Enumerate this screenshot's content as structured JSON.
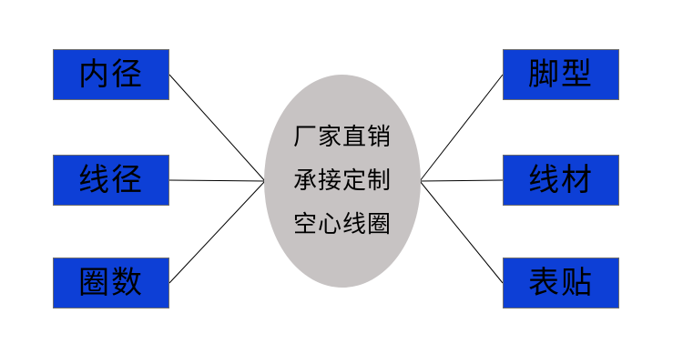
{
  "center": {
    "lines": [
      "厂家直销",
      "承接定制",
      "空心线圈"
    ]
  },
  "left_nodes": [
    "内径",
    "线径",
    "圈数"
  ],
  "right_nodes": [
    "脚型",
    "线材",
    "表贴"
  ],
  "colors": {
    "box_fill": "#0d3fd6",
    "box_border": "#6d6d6d",
    "oval_fill": "#c7c3c3",
    "line": "#000000",
    "text": "#000000",
    "background": "#ffffff"
  }
}
